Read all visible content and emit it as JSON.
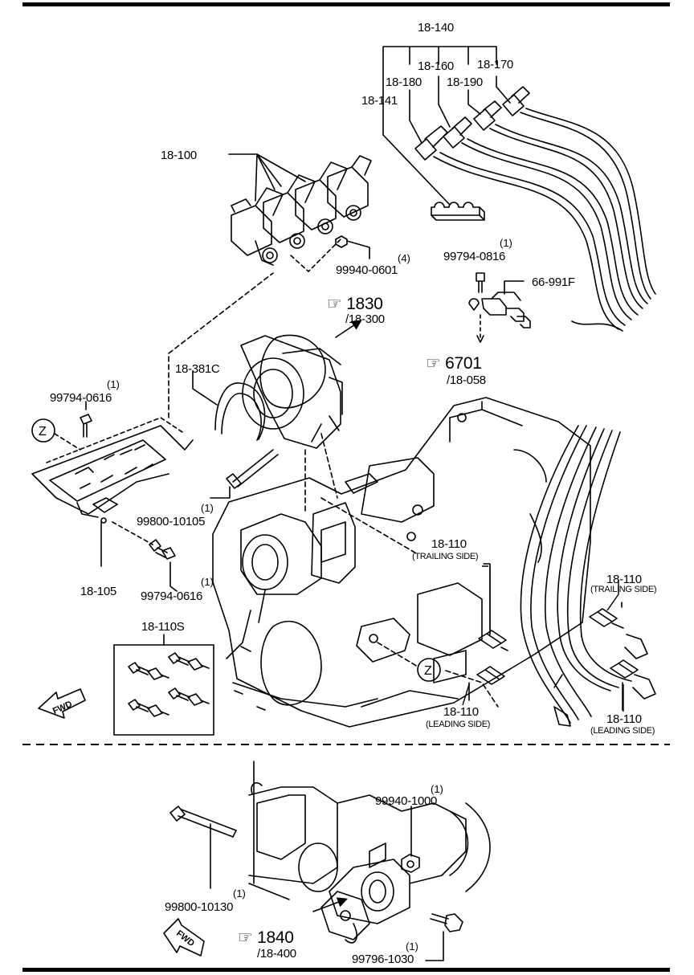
{
  "labels": {
    "p18_140": "18-140",
    "p18_160": "18-160",
    "p18_170": "18-170",
    "p18_180": "18-180",
    "p18_190": "18-190",
    "p18_141": "18-141",
    "p18_100": "18-100",
    "p99940_0601": "99940-0601",
    "q99940_0601": "(4)",
    "p99794_0816": "99794-0816",
    "q99794_0816": "(1)",
    "p66_991f": "66-991F",
    "ref1830": "1830",
    "ref1830_sub": "/18-300",
    "ref6701": "6701",
    "ref6701_sub": "/18-058",
    "p18_381c": "18-381C",
    "p99794_0616a": "99794-0616",
    "q99794_0616a": "(1)",
    "zone_z": "Z",
    "p99800_10105": "99800-10105",
    "q99800_10105": "(1)",
    "p18_105": "18-105",
    "p99794_0616b": "99794-0616",
    "q99794_0616b": "(1)",
    "p18_110s": "18-110S",
    "fwd": "FWD",
    "p18_110_a": "18-110",
    "trailing_a": "(TRAILING SIDE)",
    "p18_110_b": "18-110",
    "trailing_b": "(TRAILING SIDE)",
    "p18_110_c": "18-110",
    "leading_c": "(LEADING SIDE)",
    "p18_110_d": "18-110",
    "leading_d": "(LEADING SIDE)",
    "p99940_1000": "99940-1000",
    "q99940_1000": "(1)",
    "p99800_10130": "99800-10130",
    "q99800_10130": "(1)",
    "ref1840": "1840",
    "ref1840_sub": "/18-400",
    "p99796_1030": "99796-1030",
    "q99796_1030": "(1)"
  }
}
